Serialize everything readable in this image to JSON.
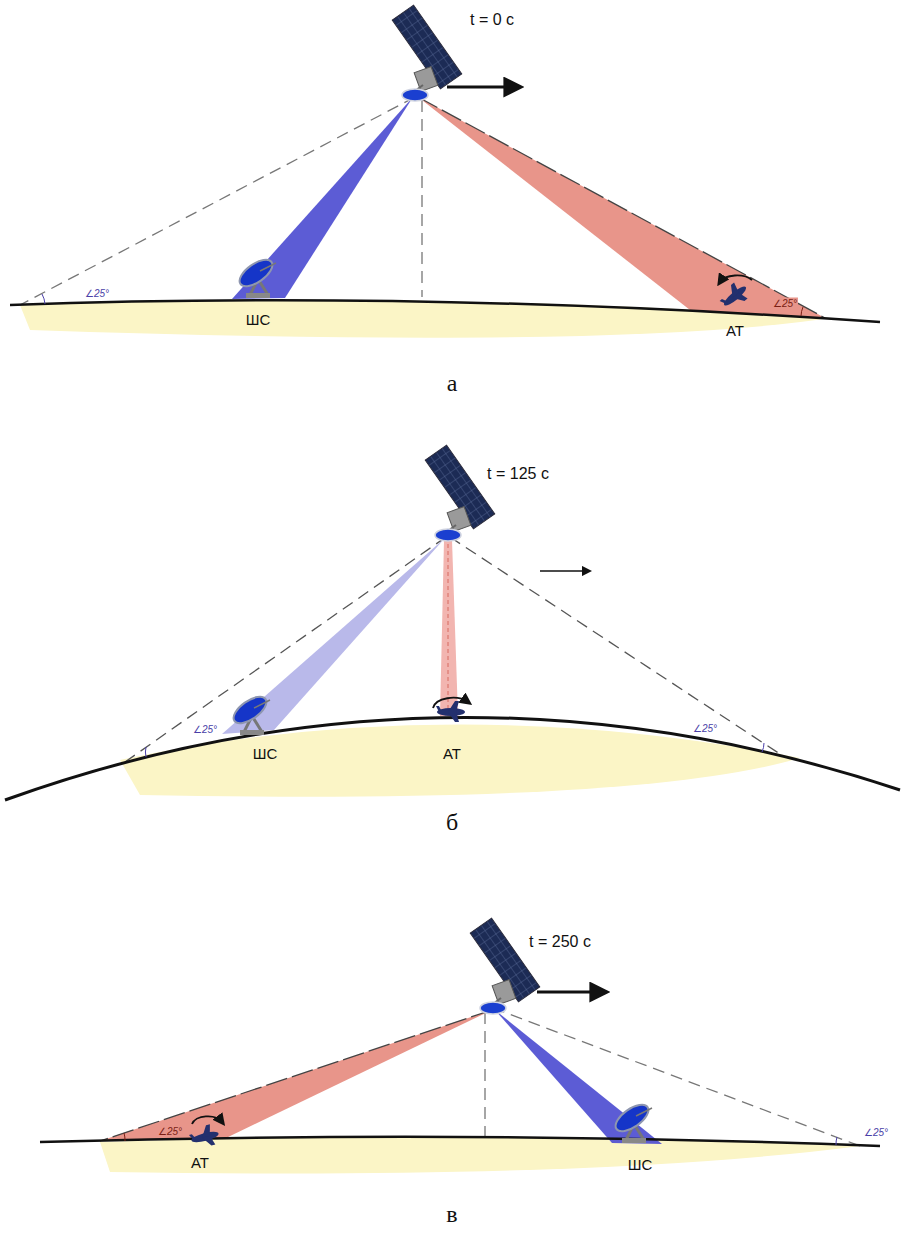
{
  "diagram": {
    "labels": [
      "t = 0 с",
      "∠25°",
      "ШС",
      "∠25°",
      "АТ",
      "а",
      "t = 125 с",
      "∠25°",
      "ШС",
      "АТ",
      "∠25°",
      "б",
      "t = 250 с",
      "АТ",
      "∠25°",
      "ШС",
      "∠25°",
      "в"
    ]
  }
}
